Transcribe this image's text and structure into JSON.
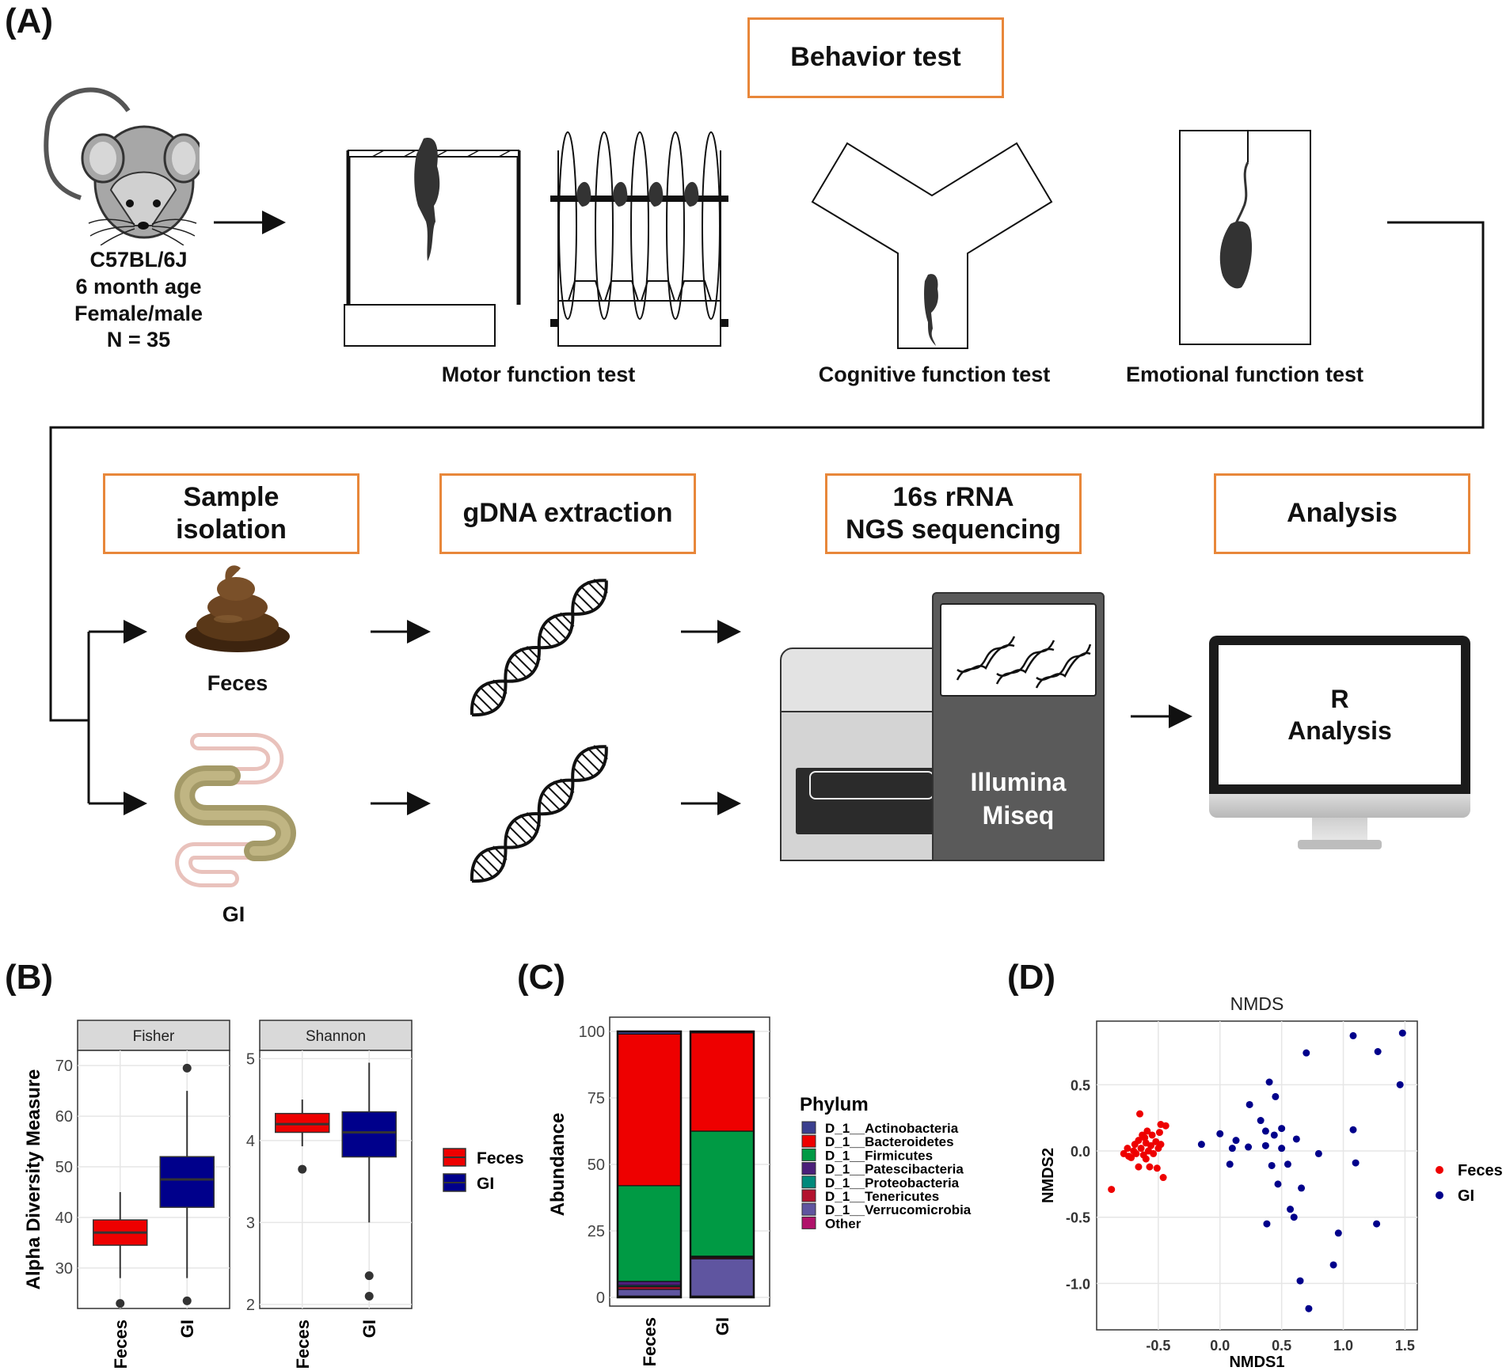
{
  "panels": {
    "a": "(A)",
    "b": "(B)",
    "c": "(C)",
    "d": "(D)"
  },
  "mouse": {
    "strain": "C57BL/6J",
    "age": "6 month age",
    "sex": "Female/male",
    "n": "N = 35"
  },
  "behavior": {
    "title": "Behavior test",
    "motor": "Motor function test",
    "cognitive": "Cognitive function test",
    "emotional": "Emotional function test"
  },
  "pipeline": {
    "sample": "Sample\nisolation",
    "gdna": "gDNA extraction",
    "ngs": "16s rRNA\nNGS sequencing",
    "analysis": "Analysis",
    "feces": "Feces",
    "gi": "GI",
    "machine_line1": "Illumina",
    "machine_line2": "Miseq",
    "monitor_line1": "R",
    "monitor_line2": "Analysis"
  },
  "colors": {
    "feces": "#ee0000",
    "gi": "#00008b",
    "orange": "#e8873a"
  },
  "chart_data": [
    {
      "type": "box",
      "ylabel": "Alpha Diversity Measure",
      "categories": [
        "Feces",
        "GI"
      ],
      "legend": [
        "Feces",
        "GI"
      ],
      "legend_placement": "right",
      "facets": [
        {
          "name": "Fisher",
          "ylim": [
            22,
            73
          ],
          "yticks": [
            30,
            40,
            50,
            60,
            70
          ],
          "boxes": [
            {
              "group": "Feces",
              "q1": 34.5,
              "median": 37,
              "q3": 39.5,
              "whisker_low": 28,
              "whisker_high": 45,
              "outliers": [
                23
              ]
            },
            {
              "group": "GI",
              "q1": 42,
              "median": 47.5,
              "q3": 52,
              "whisker_low": 28,
              "whisker_high": 65,
              "outliers": [
                23.5,
                69.5
              ]
            }
          ]
        },
        {
          "name": "Shannon",
          "ylim": [
            1.95,
            5.1
          ],
          "yticks": [
            2,
            3,
            4,
            5
          ],
          "boxes": [
            {
              "group": "Feces",
              "q1": 4.1,
              "median": 4.2,
              "q3": 4.33,
              "whisker_low": 3.93,
              "whisker_high": 4.5,
              "outliers": [
                3.65
              ]
            },
            {
              "group": "GI",
              "q1": 3.8,
              "median": 4.1,
              "q3": 4.35,
              "whisker_low": 3.0,
              "whisker_high": 4.95,
              "outliers": [
                2.35,
                2.1
              ]
            }
          ]
        }
      ]
    },
    {
      "type": "stacked-bar",
      "ylabel": "Abundance",
      "categories": [
        "Feces",
        "GI"
      ],
      "ylim": [
        0,
        100
      ],
      "yticks": [
        0,
        25,
        50,
        75,
        100
      ],
      "legend_title": "Phylum",
      "legend_placement": "right",
      "series": [
        {
          "name": "D_1__Actinobacteria",
          "color": "#3b3f8f",
          "values": [
            1,
            0.5
          ]
        },
        {
          "name": "D_1__Bacteroidetes",
          "color": "#ee0000",
          "values": [
            57,
            37
          ]
        },
        {
          "name": "D_1__Firmicutes",
          "color": "#009a44",
          "values": [
            36,
            47
          ]
        },
        {
          "name": "D_1__Patescibacteria",
          "color": "#4b1f7a",
          "values": [
            1.5,
            0.2
          ]
        },
        {
          "name": "D_1__Proteobacteria",
          "color": "#00897b",
          "values": [
            0.5,
            0.3
          ]
        },
        {
          "name": "D_1__Tenericutes",
          "color": "#b3122e",
          "values": [
            1,
            0.5
          ]
        },
        {
          "name": "D_1__Verrucomicrobia",
          "color": "#5f55a0",
          "values": [
            2.5,
            14
          ]
        },
        {
          "name": "Other",
          "color": "#b0126a",
          "values": [
            0.5,
            0.5
          ]
        }
      ]
    },
    {
      "type": "scatter",
      "title": "NMDS",
      "xlabel": "NMDS1",
      "ylabel": "NMDS2",
      "xlim": [
        -1.0,
        1.6
      ],
      "ylim": [
        -1.35,
        0.98
      ],
      "xticks": [
        -0.5,
        0.0,
        0.5,
        1.0,
        1.5
      ],
      "yticks": [
        -1.0,
        -0.5,
        0.0,
        0.5
      ],
      "legend_placement": "right",
      "series": [
        {
          "name": "Feces",
          "color": "#ee0000",
          "points": [
            [
              -0.88,
              -0.29
            ],
            [
              -0.78,
              -0.02
            ],
            [
              -0.75,
              0.02
            ],
            [
              -0.74,
              -0.04
            ],
            [
              -0.72,
              -0.05
            ],
            [
              -0.7,
              0.0
            ],
            [
              -0.69,
              0.05
            ],
            [
              -0.68,
              -0.02
            ],
            [
              -0.66,
              0.08
            ],
            [
              -0.66,
              -0.12
            ],
            [
              -0.65,
              0.28
            ],
            [
              -0.64,
              0.02
            ],
            [
              -0.63,
              0.12
            ],
            [
              -0.62,
              -0.03
            ],
            [
              -0.61,
              0.1
            ],
            [
              -0.6,
              0.06
            ],
            [
              -0.6,
              -0.06
            ],
            [
              -0.59,
              0.15
            ],
            [
              -0.58,
              0.0
            ],
            [
              -0.57,
              -0.12
            ],
            [
              -0.56,
              0.04
            ],
            [
              -0.55,
              0.12
            ],
            [
              -0.54,
              -0.02
            ],
            [
              -0.52,
              0.07
            ],
            [
              -0.51,
              -0.13
            ],
            [
              -0.5,
              0.02
            ],
            [
              -0.49,
              0.14
            ],
            [
              -0.48,
              0.05
            ],
            [
              -0.48,
              0.2
            ],
            [
              -0.46,
              -0.2
            ],
            [
              -0.44,
              0.19
            ]
          ]
        },
        {
          "name": "GI",
          "color": "#00008b",
          "points": [
            [
              -0.15,
              0.05
            ],
            [
              0.0,
              0.13
            ],
            [
              0.08,
              -0.1
            ],
            [
              0.1,
              0.02
            ],
            [
              0.13,
              0.08
            ],
            [
              0.23,
              0.03
            ],
            [
              0.24,
              0.35
            ],
            [
              0.33,
              0.23
            ],
            [
              0.37,
              0.15
            ],
            [
              0.37,
              0.04
            ],
            [
              0.38,
              -0.55
            ],
            [
              0.4,
              0.52
            ],
            [
              0.42,
              -0.11
            ],
            [
              0.44,
              0.12
            ],
            [
              0.45,
              0.41
            ],
            [
              0.47,
              -0.25
            ],
            [
              0.5,
              0.17
            ],
            [
              0.5,
              0.02
            ],
            [
              0.55,
              -0.1
            ],
            [
              0.57,
              -0.44
            ],
            [
              0.6,
              -0.5
            ],
            [
              0.62,
              0.09
            ],
            [
              0.65,
              -0.98
            ],
            [
              0.66,
              -0.28
            ],
            [
              0.7,
              0.74
            ],
            [
              0.72,
              -1.19
            ],
            [
              0.8,
              -0.02
            ],
            [
              0.92,
              -0.86
            ],
            [
              0.96,
              -0.62
            ],
            [
              1.08,
              0.87
            ],
            [
              1.08,
              0.16
            ],
            [
              1.1,
              -0.09
            ],
            [
              1.27,
              -0.55
            ],
            [
              1.28,
              0.75
            ],
            [
              1.46,
              0.5
            ],
            [
              1.48,
              0.89
            ]
          ]
        }
      ]
    }
  ]
}
